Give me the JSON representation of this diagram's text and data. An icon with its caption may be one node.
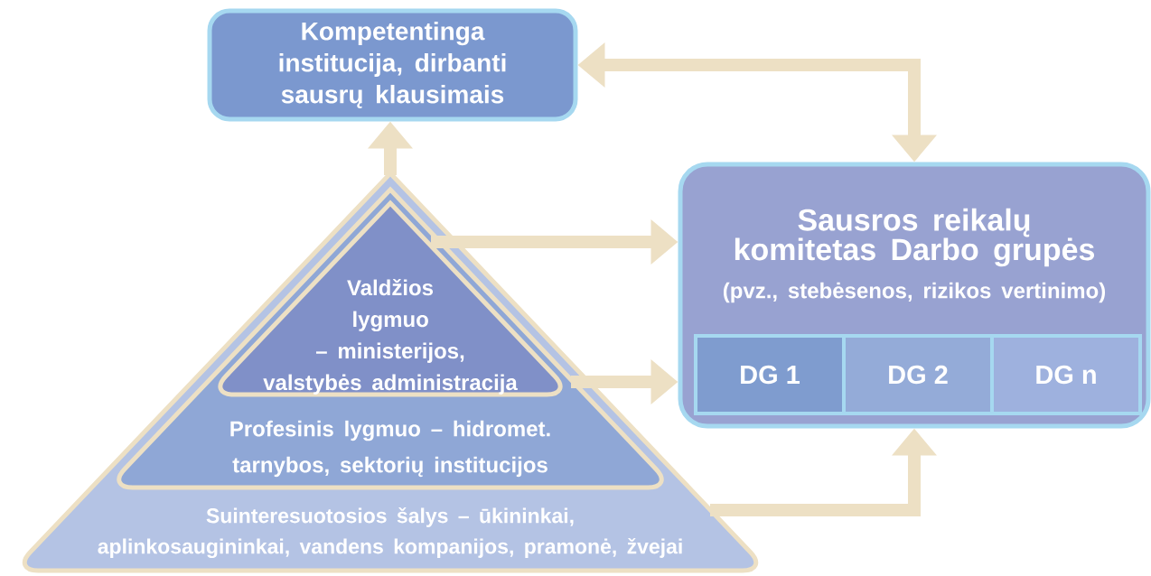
{
  "diagram": {
    "nodes": [
      {
        "text": [
          "Kompetentinga institucija, dirbanti sausrų klausimais"
        ]
      },
      {
        "text": [
          "Suinteresuotosios šalys – ūkininkai, aplinkosaugininkai, vandens kompanijos, pramonė, žvejai"
        ]
      },
      {
        "text": [
          "Profesinis lygmuo – hidromet. tarnybos, sektorių institucijos"
        ],
        "in": 1
      },
      {
        "text": [
          "Valdžios lygmuo – ministerijos, valstybės administracija"
        ],
        "in": 2
      },
      {
        "text": [
          "Sausros reikalų komitetas Darbo grupės",
          "(pvz., stebėsenos, rizikos vertinimo)"
        ]
      },
      {
        "text": [
          "DG 1"
        ],
        "in": 4
      },
      {
        "text": [
          "DG 2"
        ],
        "in": 4
      },
      {
        "text": [
          "DG n"
        ],
        "in": 4
      }
    ],
    "edges": [
      {
        "from": 1,
        "to": 0,
        "arrow": "to"
      },
      {
        "from": 0,
        "to": 4,
        "arrow": "both"
      },
      {
        "from": 3,
        "to": 4,
        "arrow": "to"
      },
      {
        "from": 2,
        "to": 4,
        "arrow": "to"
      },
      {
        "from": 1,
        "to": 4,
        "arrow": "to"
      }
    ]
  }
}
